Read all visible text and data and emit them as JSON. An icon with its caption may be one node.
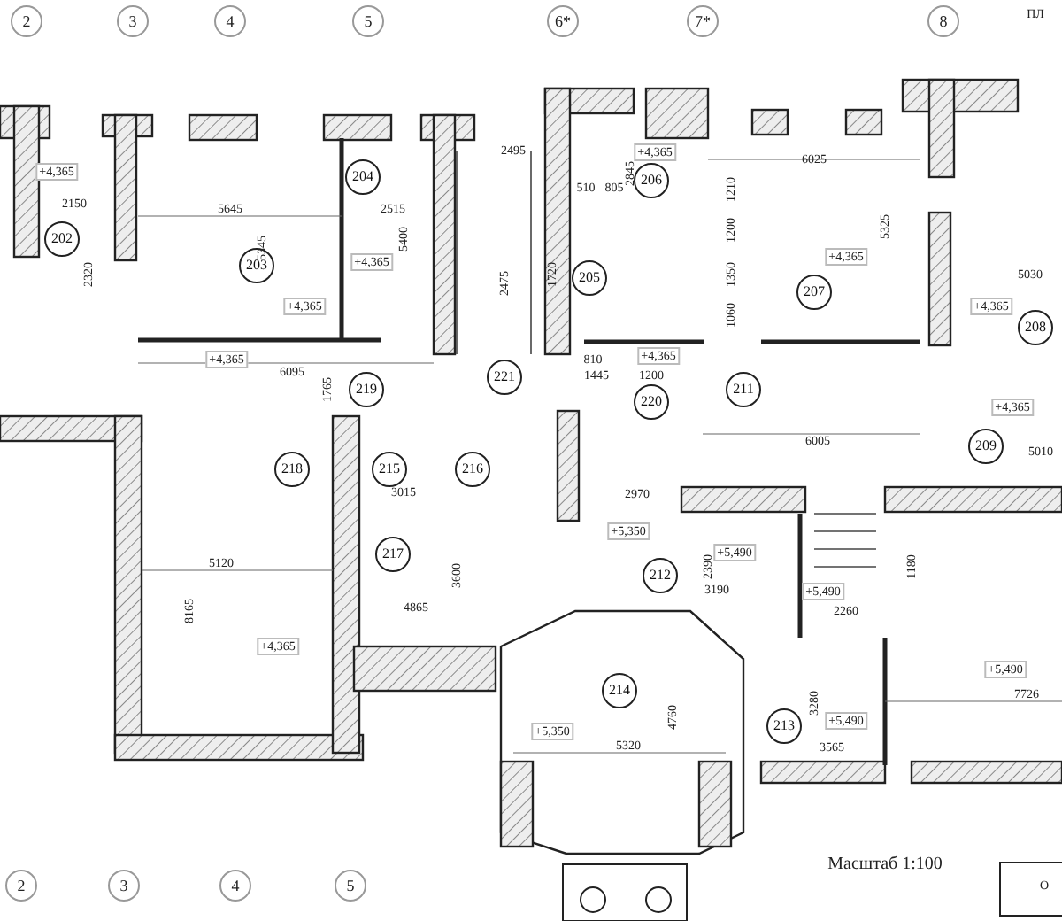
{
  "diagram": {
    "nodes": [
      {
        "text": [
          "202"
        ]
      },
      {
        "text": [
          "203"
        ]
      },
      {
        "text": [
          "204"
        ]
      },
      {
        "text": [
          "221"
        ]
      },
      {
        "text": [
          "206"
        ]
      },
      {
        "text": [
          "205"
        ]
      },
      {
        "text": [
          "207"
        ]
      },
      {
        "text": [
          "208"
        ]
      },
      {
        "text": [
          "219"
        ]
      },
      {
        "text": [
          "220"
        ]
      },
      {
        "text": [
          "211"
        ]
      },
      {
        "text": [
          "209"
        ]
      },
      {
        "text": [
          "218"
        ]
      },
      {
        "text": [
          "215"
        ]
      },
      {
        "text": [
          "216"
        ]
      },
      {
        "text": [
          "217"
        ]
      },
      {
        "text": [
          "212"
        ]
      },
      {
        "text": [
          "214"
        ]
      },
      {
        "text": [
          "213"
        ]
      }
    ],
    "labels": [
      "2",
      "3",
      "4",
      "5",
      "6*",
      "7*",
      "8",
      "ПЛ",
      "+4,365",
      "2150",
      "2320",
      "5645",
      "5345",
      "+4,365",
      "2515",
      "5400",
      "+4,365",
      "2475",
      "2495",
      "+4,365",
      "2845",
      "510",
      "805",
      "6025",
      "1210",
      "1200",
      "1350",
      "1060",
      "5325",
      "+4,365",
      "5030",
      "+4,365",
      "+4,365",
      "6095",
      "1765",
      "1720",
      "810",
      "1445",
      "1200",
      "+4,365",
      "6005",
      "+4,365",
      "5010",
      "3015",
      "2970",
      "+5,350",
      "+5,490",
      "2390",
      "3190",
      "1180",
      "+5,490",
      "2260",
      "5120",
      "8165",
      "+4,365",
      "3600",
      "4865",
      "+5,490",
      "7726",
      "3280",
      "+5,490",
      "3565",
      "4760",
      "+5,350",
      "5320",
      "Масштаб  1:100",
      "2",
      "3",
      "4",
      "5",
      "О"
    ]
  }
}
